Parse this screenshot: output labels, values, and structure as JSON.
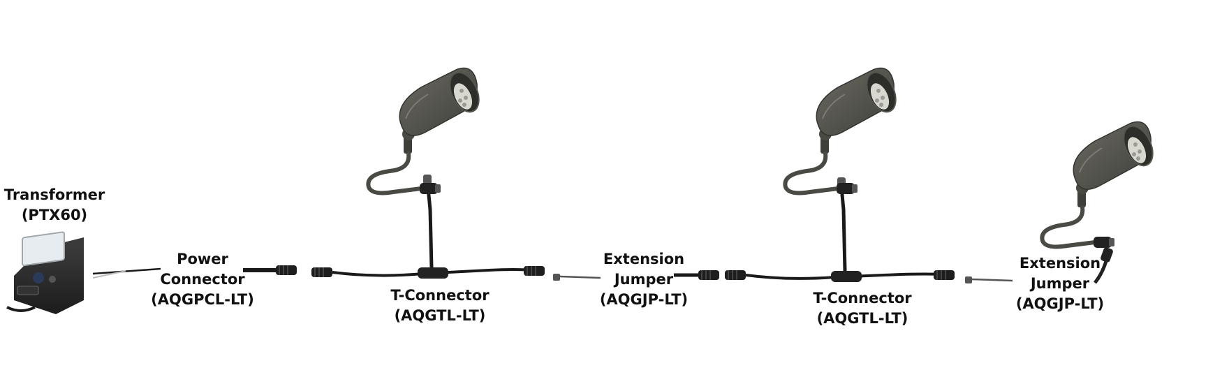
{
  "colors": {
    "background": "#ffffff",
    "text": "#111111",
    "cable": "#1a1a1a",
    "fixture": "#4a4a44",
    "fixture_light": "#6b6b63",
    "lens": "#d8d8d0",
    "transformer": "#2b2b2b",
    "transformer_window": "#e6ecef"
  },
  "components": {
    "transformer": {
      "line1": "Transformer",
      "line2": "(PTX60)",
      "icon": "transformer-icon"
    },
    "power_connector": {
      "line1": "Power",
      "line2": "Connector",
      "line3": "(AQGPCL-LT)",
      "icon": "power-connector-icon"
    },
    "t_connector_1": {
      "line1": "T-Connector",
      "line2": "(AQGTL-LT)",
      "icon": "t-connector-icon"
    },
    "extension_jumper_1": {
      "line1": "Extension",
      "line2": "Jumper",
      "line3": "(AQGJP-LT)",
      "icon": "extension-jumper-icon"
    },
    "t_connector_2": {
      "line1": "T-Connector",
      "line2": "(AQGTL-LT)",
      "icon": "t-connector-icon"
    },
    "extension_jumper_2": {
      "line1": "Extension",
      "line2": "Jumper",
      "line3": "(AQGJP-LT)",
      "icon": "extension-jumper-icon"
    }
  },
  "fixtures": [
    {
      "icon": "spotlight-icon"
    },
    {
      "icon": "spotlight-icon"
    },
    {
      "icon": "spotlight-icon"
    }
  ]
}
